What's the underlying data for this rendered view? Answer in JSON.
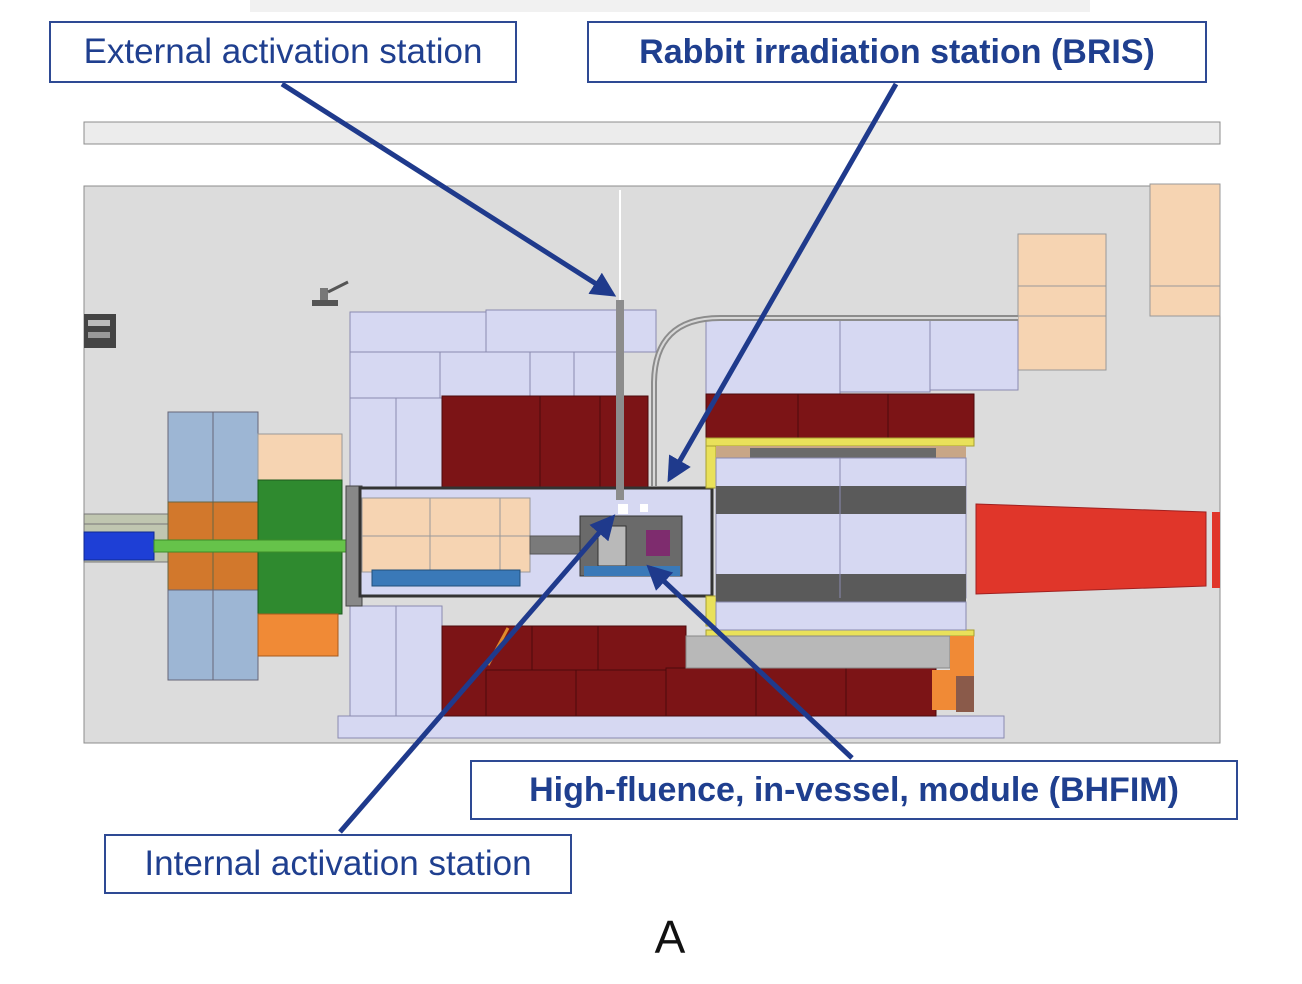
{
  "labels": {
    "external": "External activation station",
    "rabbit": "Rabbit irradiation station (BRIS)",
    "high_fluence": "High-fluence, in-vessel, module (BHFIM)",
    "internal": "Internal activation station"
  },
  "panel_letter": "A",
  "colors": {
    "callout_border": "#2e4a94",
    "callout_text": "#1f3f8f",
    "arrow": "#1f3a8c",
    "hall_floor": "#dcdcdc",
    "shield_block": "#d6d8f2",
    "iron_yoke": "#7c1416",
    "concrete_block": "#f6d4b2",
    "magnet_blue": "#9db6d4",
    "magnet_orange": "#d2782c",
    "magnet_green": "#2f8a2f",
    "beam_pipe_green": "#66c34a",
    "beam_pipe_blue": "#1e3fd6",
    "target_red": "#e0362a",
    "dark_gray": "#5a5a5a",
    "yellow_trim": "#e9e15a"
  }
}
